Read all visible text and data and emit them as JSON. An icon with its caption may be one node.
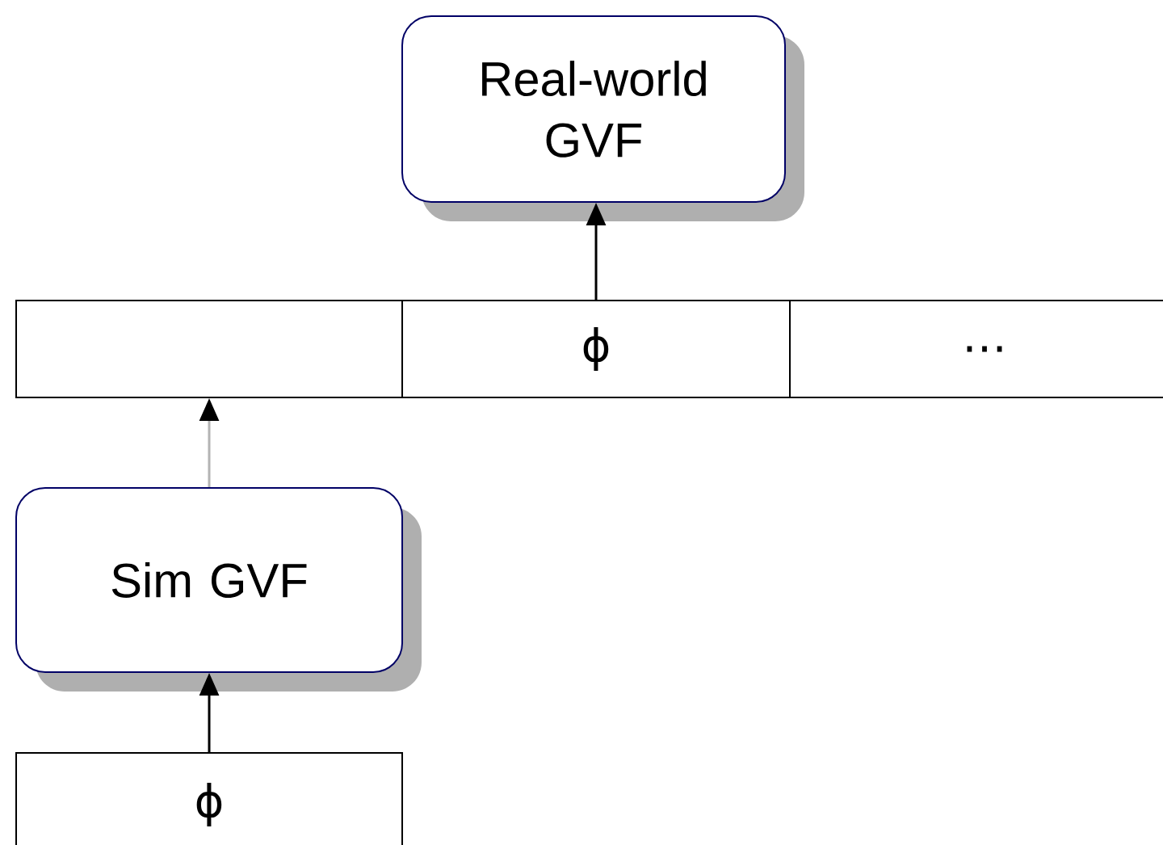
{
  "diagram": {
    "nodes": [
      {
        "text": [
          "Real-world GVF"
        ]
      },
      {
        "text": [],
        "shape": "box"
      },
      {
        "text": [
          "ϕ"
        ]
      },
      {
        "text": [
          "…"
        ]
      },
      {
        "text": [
          "Sim GVF"
        ]
      },
      {
        "text": [
          "ϕ"
        ]
      }
    ],
    "edges": [
      {
        "from": 2,
        "to": 0,
        "arrow": "to"
      },
      {
        "from": 4,
        "to": 1,
        "arrow": "to",
        "color": "#b3b3b3"
      },
      {
        "from": 5,
        "to": 4,
        "arrow": "to"
      }
    ]
  }
}
